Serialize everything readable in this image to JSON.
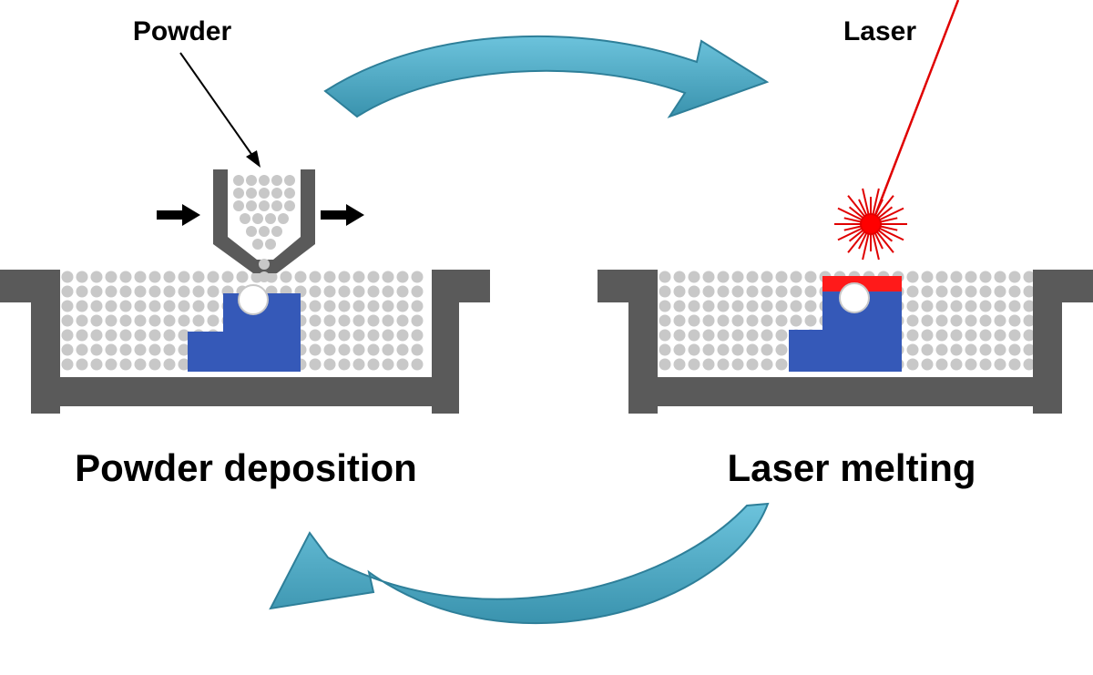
{
  "labels": {
    "powder": "Powder",
    "laser": "Laser",
    "powder_deposition": "Powder deposition",
    "laser_melting": "Laser melting"
  },
  "colors": {
    "background": "#ffffff",
    "frame": "#5a5a5a",
    "powder": "#c8c8c8",
    "part": "#3559b8",
    "melt_layer": "#ff1a1a",
    "laser_beam": "#e00000",
    "cycle_arrow": "#4aa8c4",
    "cycle_arrow_dark": "#2e7f99",
    "text": "#000000"
  },
  "icons": [
    "cycle-arrow",
    "recoater-arrow",
    "laser-burst"
  ]
}
